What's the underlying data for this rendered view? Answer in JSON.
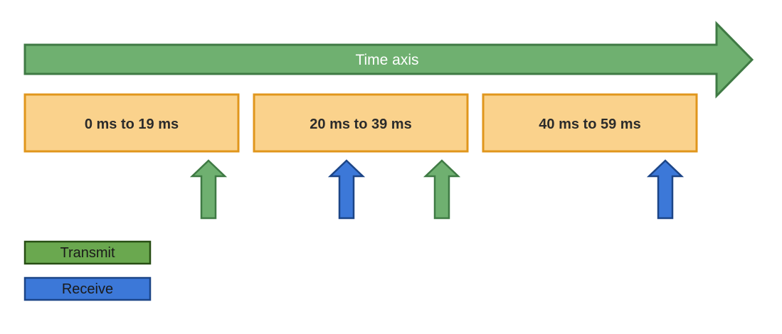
{
  "axis": {
    "label": "Time axis"
  },
  "windows": [
    {
      "label": "0 ms to 19 ms"
    },
    {
      "label": "20 ms to 39 ms"
    },
    {
      "label": "40 ms to 59 ms"
    }
  ],
  "events": [
    {
      "type": "transmit"
    },
    {
      "type": "receive"
    },
    {
      "type": "transmit"
    },
    {
      "type": "receive"
    }
  ],
  "legend": {
    "transmit": {
      "label": "Transmit",
      "color": "#6aa84f"
    },
    "receive": {
      "label": "Receive",
      "color": "#3c78d8"
    }
  },
  "colors": {
    "axis_fill": "#6fb070",
    "axis_stroke": "#3f7a44",
    "window_fill": "#fad28c",
    "window_stroke": "#e0961c",
    "transmit_arrow_fill": "#6fb070",
    "transmit_arrow_stroke": "#3f7a44",
    "receive_arrow_fill": "#3c78d8",
    "receive_arrow_stroke": "#1c4587"
  }
}
